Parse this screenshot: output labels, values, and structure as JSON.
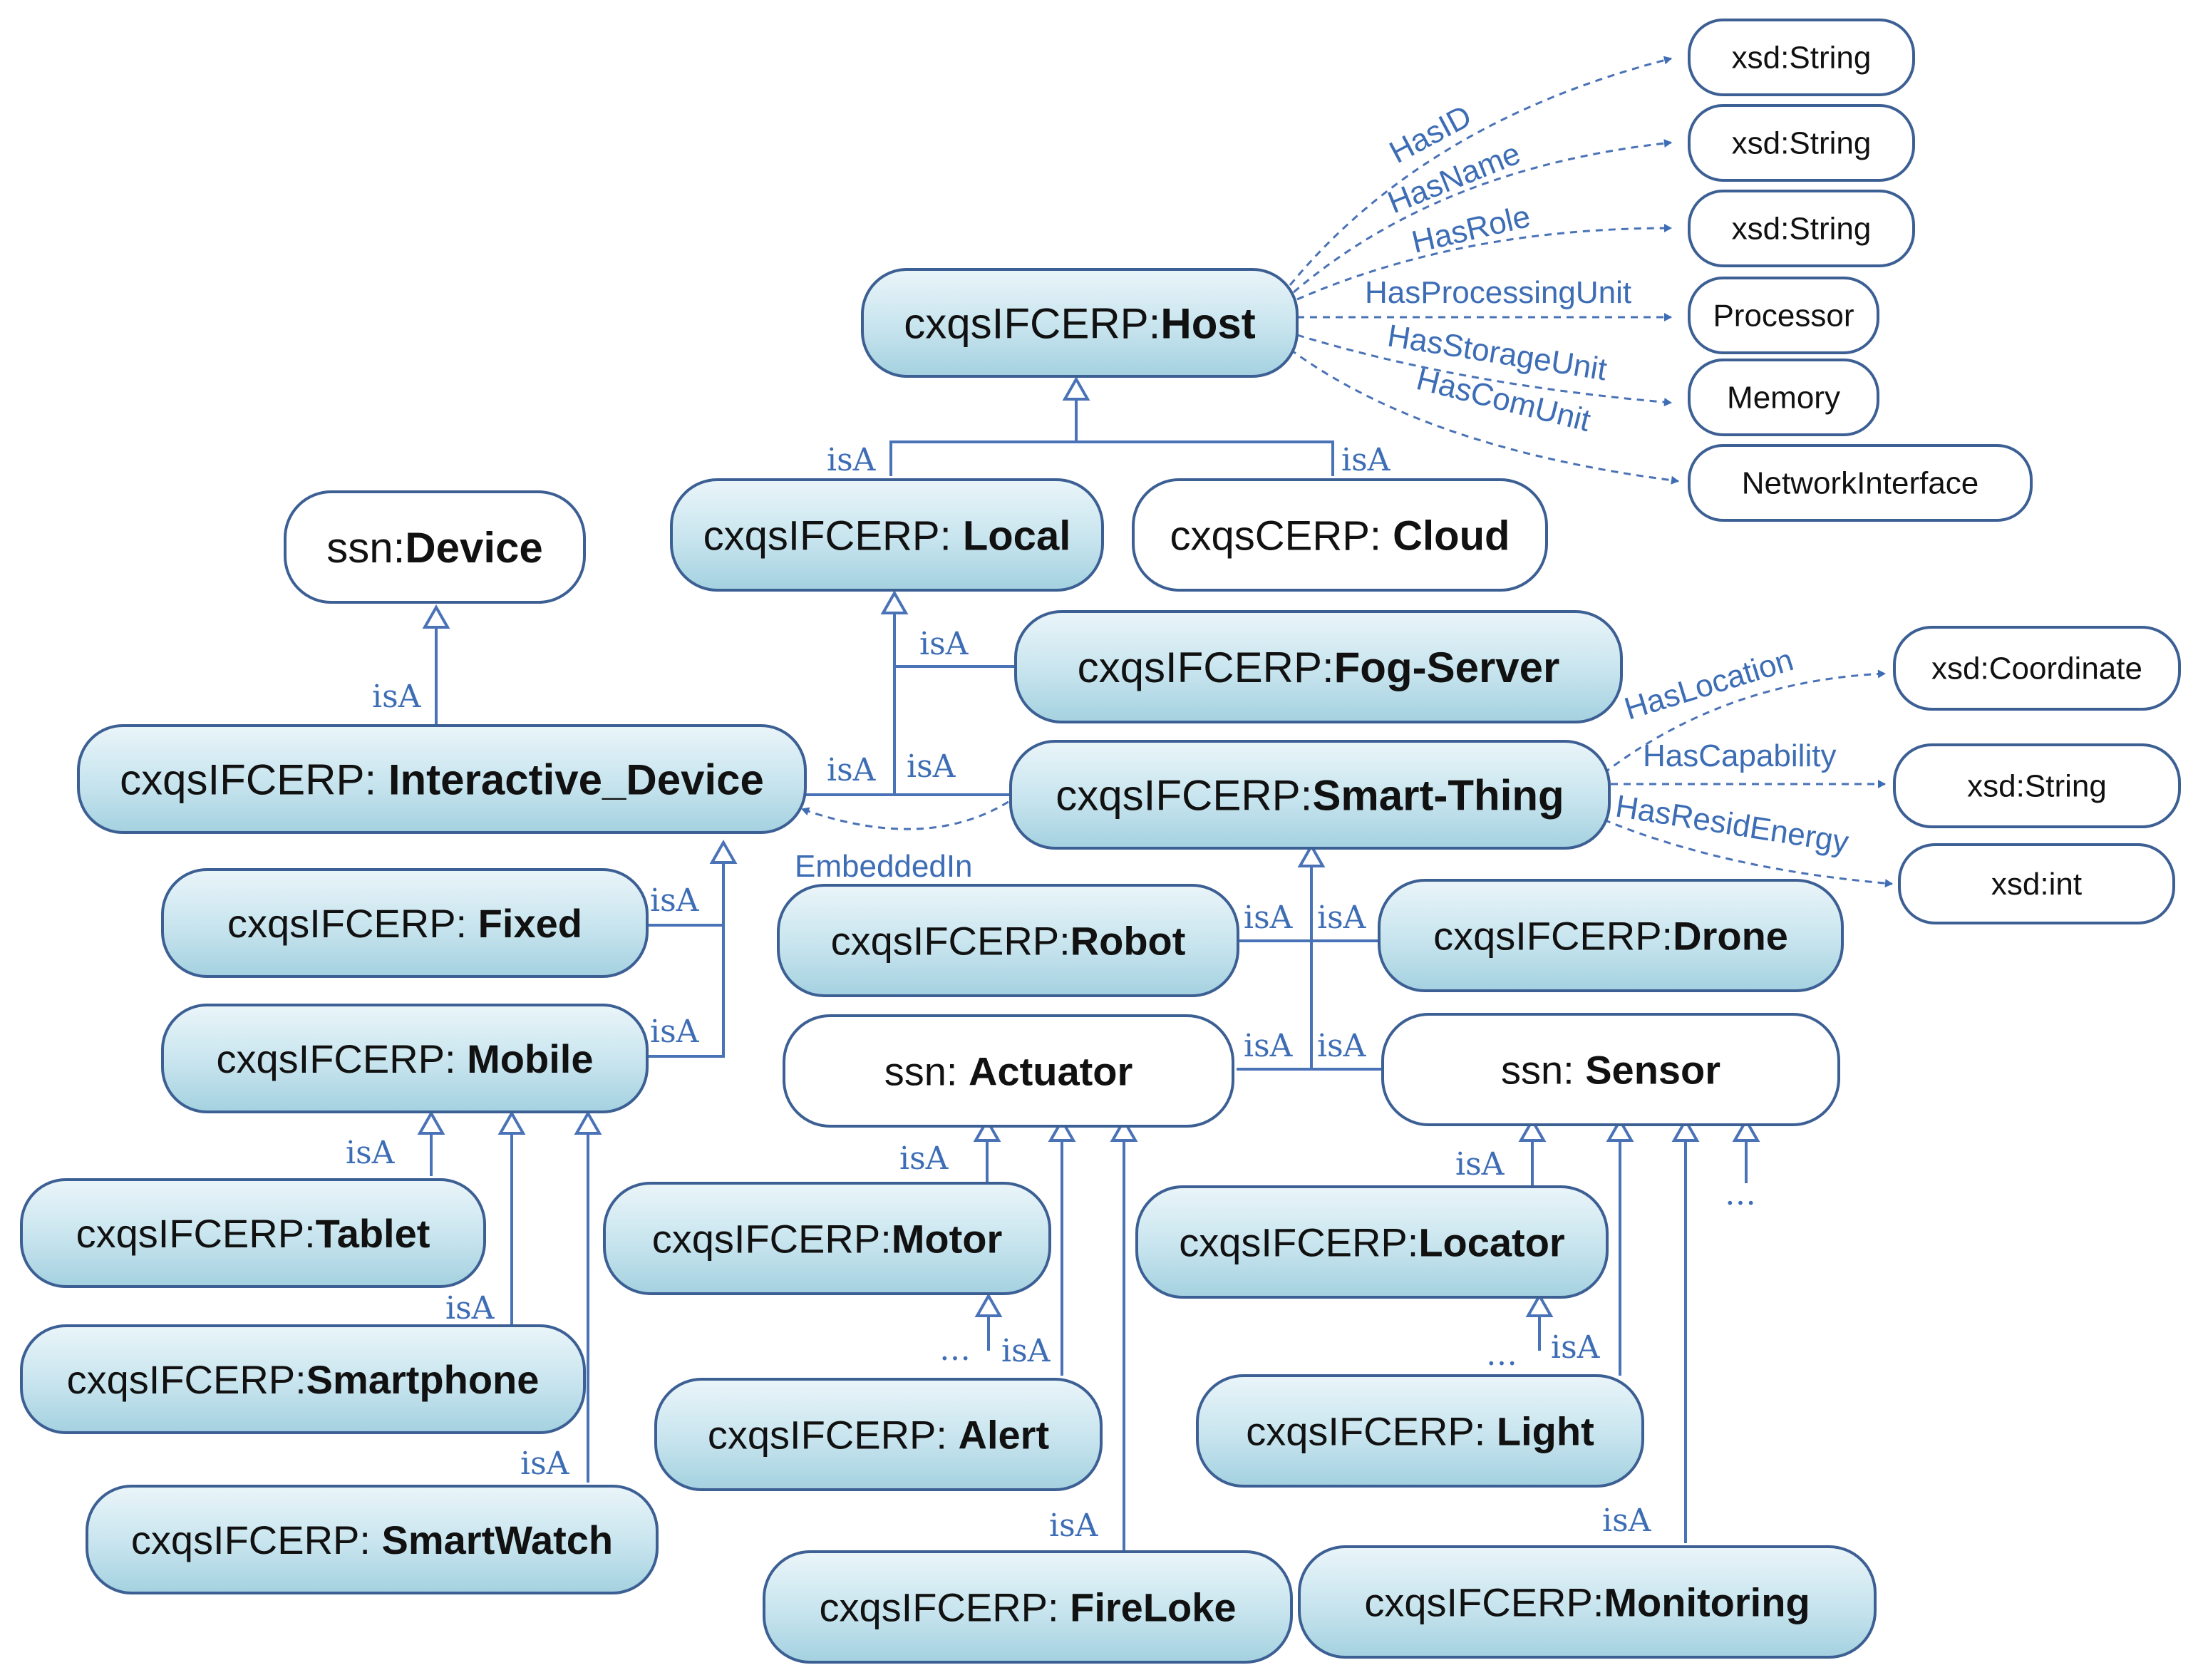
{
  "colors": {
    "accent": "#3d6db5",
    "border": "#3c5f94",
    "class_fill_top": "#eaf5f9",
    "class_fill_bottom": "#a9d4e2",
    "plain_fill": "#ffffff",
    "text": "#111111"
  },
  "classes": [
    {
      "id": "host",
      "prefix": "cxqsIFCERP:",
      "local": "Host",
      "style": "filled"
    },
    {
      "id": "local",
      "prefix": "cxqsIFCERP: ",
      "local": "Local",
      "style": "filled"
    },
    {
      "id": "cloud",
      "prefix": "cxqsCERP: ",
      "local": "Cloud",
      "style": "plain"
    },
    {
      "id": "device",
      "prefix": "ssn:",
      "local": "Device",
      "style": "plain"
    },
    {
      "id": "fog",
      "prefix": "cxqsIFCERP:",
      "local": "Fog-Server",
      "style": "filled"
    },
    {
      "id": "interactive",
      "prefix": "cxqsIFCERP: ",
      "local": "Interactive_Device",
      "style": "filled"
    },
    {
      "id": "smartthing",
      "prefix": "cxqsIFCERP:",
      "local": "Smart-Thing",
      "style": "filled"
    },
    {
      "id": "fixed",
      "prefix": "cxqsIFCERP: ",
      "local": "Fixed",
      "style": "filled"
    },
    {
      "id": "robot",
      "prefix": "cxqsIFCERP:",
      "local": "Robot",
      "style": "filled"
    },
    {
      "id": "drone",
      "prefix": "cxqsIFCERP:",
      "local": "Drone",
      "style": "filled"
    },
    {
      "id": "mobile",
      "prefix": "cxqsIFCERP: ",
      "local": "Mobile",
      "style": "filled"
    },
    {
      "id": "actuator",
      "prefix": "ssn: ",
      "local": "Actuator",
      "style": "plain"
    },
    {
      "id": "sensor",
      "prefix": "ssn: ",
      "local": "Sensor",
      "style": "plain"
    },
    {
      "id": "tablet",
      "prefix": "cxqsIFCERP:",
      "local": "Tablet",
      "style": "filled"
    },
    {
      "id": "motor",
      "prefix": "cxqsIFCERP:",
      "local": "Motor",
      "style": "filled"
    },
    {
      "id": "locator",
      "prefix": "cxqsIFCERP:",
      "local": "Locator",
      "style": "filled"
    },
    {
      "id": "smartphone",
      "prefix": "cxqsIFCERP:",
      "local": "Smartphone",
      "style": "filled"
    },
    {
      "id": "alert",
      "prefix": "cxqsIFCERP: ",
      "local": "Alert",
      "style": "filled"
    },
    {
      "id": "light",
      "prefix": "cxqsIFCERP: ",
      "local": "Light",
      "style": "filled"
    },
    {
      "id": "smartwatch",
      "prefix": "cxqsIFCERP: ",
      "local": "SmartWatch",
      "style": "filled"
    },
    {
      "id": "fireloke",
      "prefix": "cxqsIFCERP: ",
      "local": "FireLoke",
      "style": "filled"
    },
    {
      "id": "monitoring",
      "prefix": "cxqsIFCERP:",
      "local": "Monitoring",
      "style": "filled"
    }
  ],
  "datatypes": [
    {
      "id": "dt-host-id",
      "label": "xsd:String"
    },
    {
      "id": "dt-host-name",
      "label": "xsd:String"
    },
    {
      "id": "dt-host-role",
      "label": "xsd:String"
    },
    {
      "id": "dt-processor",
      "label": "Processor"
    },
    {
      "id": "dt-memory",
      "label": "Memory"
    },
    {
      "id": "dt-network",
      "label": "NetworkInterface"
    },
    {
      "id": "dt-coordinate",
      "label": "xsd:Coordinate"
    },
    {
      "id": "dt-capability",
      "label": "xsd:String"
    },
    {
      "id": "dt-energy",
      "label": "xsd:int"
    }
  ],
  "properties": [
    {
      "id": "p-hasid",
      "label": "HasID"
    },
    {
      "id": "p-hasname",
      "label": "HasName"
    },
    {
      "id": "p-hasrole",
      "label": "HasRole"
    },
    {
      "id": "p-hasprocessing",
      "label": "HasProcessingUnit"
    },
    {
      "id": "p-hasstorage",
      "label": "HasStorageUnit"
    },
    {
      "id": "p-hascom",
      "label": "HasComUnit"
    },
    {
      "id": "p-haslocation",
      "label": "HasLocation"
    },
    {
      "id": "p-hascapability",
      "label": "HasCapability"
    },
    {
      "id": "p-hasresid",
      "label": "HasResidEnergy"
    },
    {
      "id": "p-embedded",
      "label": "EmbeddedIn"
    }
  ],
  "relation_label": "isA",
  "ellipsis": "…"
}
